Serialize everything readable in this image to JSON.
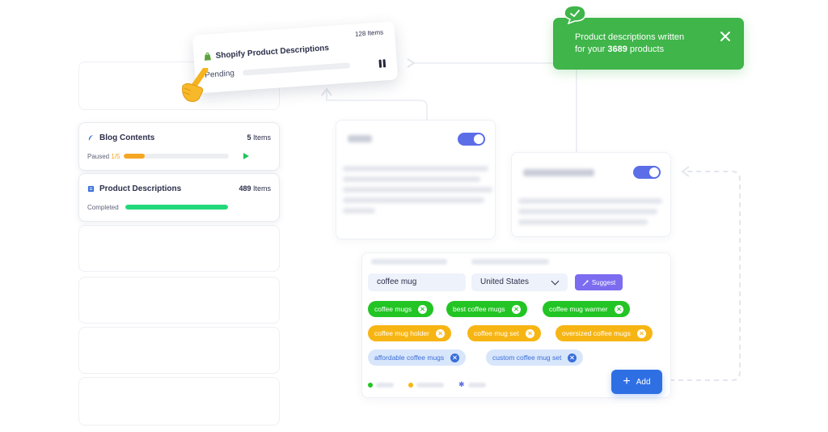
{
  "pending_card": {
    "title": "Shopify Product Descriptions",
    "count": "128 Items",
    "status": "Pending",
    "icon": "shopify-icon"
  },
  "jobs": [
    {
      "title": "Blog Contents",
      "count_number": "5",
      "count_unit": "Items",
      "status": "Paused",
      "fraction": "1/5",
      "progress": 0.2,
      "bar_color": "#f5a623",
      "icon": "feather-icon"
    },
    {
      "title": "Product Descriptions",
      "count_number": "489",
      "count_unit": "Items",
      "status": "Completed",
      "progress": 1.0,
      "bar_color": "#22d97a",
      "icon": "document-icon"
    }
  ],
  "toast": {
    "line1": "Product descriptions written",
    "line2_prefix": "for your ",
    "line2_number": "3689",
    "line2_suffix": " products",
    "color": "#3fb54a"
  },
  "keywords": {
    "input_value": "coffee mug",
    "location_value": "United States",
    "suggest_label": "Suggest",
    "add_label": "Add",
    "chips": [
      {
        "label": "coffee mugs",
        "tone": "green"
      },
      {
        "label": "best coffee mugs",
        "tone": "green"
      },
      {
        "label": "coffee mug warmer",
        "tone": "green"
      },
      {
        "label": "coffee mug holder",
        "tone": "orange"
      },
      {
        "label": "coffee mug set",
        "tone": "orange"
      },
      {
        "label": "oversized coffee mugs",
        "tone": "orange"
      },
      {
        "label": "affordable coffee mugs",
        "tone": "blue"
      },
      {
        "label": "custom coffee mug set",
        "tone": "blue"
      }
    ]
  },
  "colors": {
    "accent_blue": "#2f6fe4",
    "suggest_purple": "#7b6cf0",
    "chip_green": "#22c524",
    "chip_orange": "#f7b514",
    "chip_blue_bg": "#d8e6fb"
  }
}
